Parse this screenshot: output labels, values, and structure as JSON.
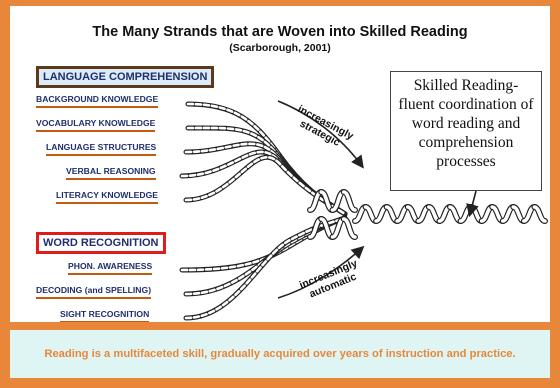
{
  "title": "The Many Strands that are Woven into Skilled Reading",
  "subtitle": "(Scarborough, 2001)",
  "language_comprehension": {
    "heading": "LANGUAGE COMPREHENSION",
    "strands": [
      "BACKGROUND KNOWLEDGE",
      "VOCABULARY KNOWLEDGE",
      "LANGUAGE STRUCTURES",
      "VERBAL REASONING",
      "LITERACY KNOWLEDGE"
    ]
  },
  "word_recognition": {
    "heading": "WORD RECOGNITION",
    "strands": [
      "PHON. AWARENESS",
      "DECODING (and SPELLING)",
      "SIGHT RECOGNITION"
    ]
  },
  "callout": {
    "lines": [
      "Skilled Reading-",
      "fluent coordination of",
      "word reading and",
      "comprehension",
      "processes"
    ]
  },
  "arrow_labels": {
    "strategic": [
      "increasingly",
      "strategic"
    ],
    "automatic": [
      "increasingly",
      "automatic"
    ]
  },
  "footer": "Reading is a multifaceted skill, gradually acquired over years of instruction and practice.",
  "colors": {
    "frame": "#e8873a",
    "footer_bg": "#dff5f4",
    "footer_text": "#e8873a",
    "label_text": "#1f2f6e",
    "underline": "#c45a10",
    "lang_box_border": "#5a3a1a",
    "word_box_border": "#e01b1b"
  }
}
